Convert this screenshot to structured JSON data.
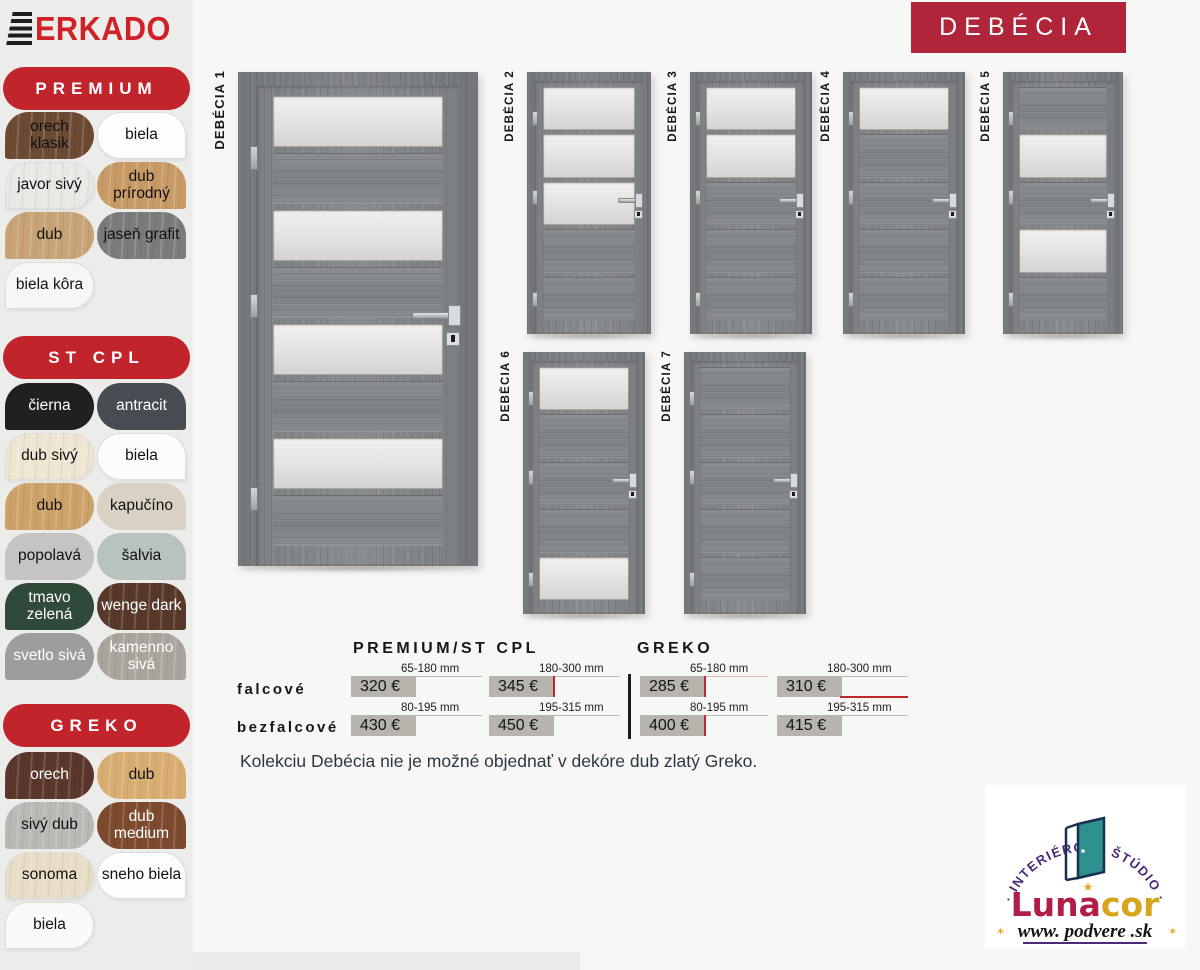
{
  "brand": {
    "logo_text": "ERKADO"
  },
  "collection_banner": "DEBÉCIA",
  "colors": {
    "badge_red": "#c2242c",
    "banner_red": "#b1253a",
    "erkado_red": "#cf2127",
    "accent_red": "#c0272d",
    "price_box_gray": "#b7b4ad"
  },
  "sidebar": {
    "sections": [
      {
        "title": "PREMIUM",
        "swatches": [
          {
            "label": "orech klasik",
            "bg": "#6d4a33",
            "text": "#111111",
            "grain": true,
            "light": false
          },
          {
            "label": "biela",
            "bg": "#fdfdfc",
            "text": "#111111",
            "grain": false,
            "light": true
          },
          {
            "label": "javor sivý",
            "bg": "#e9e8e5",
            "text": "#111111",
            "grain": true,
            "light": true
          },
          {
            "label": "dub prírodný",
            "bg": "#c89a66",
            "text": "#111111",
            "grain": true,
            "light": false
          },
          {
            "label": "dub",
            "bg": "#c7a376",
            "text": "#111111",
            "grain": true,
            "light": false
          },
          {
            "label": "jaseň grafit",
            "bg": "#7b7b7d",
            "text": "#111111",
            "grain": true,
            "light": false
          },
          {
            "label": "biela kôra",
            "bg": "#f7f6f4",
            "text": "#111111",
            "grain": false,
            "light": true
          }
        ]
      },
      {
        "title": "ST CPL",
        "swatches": [
          {
            "label": "čierna",
            "bg": "#202022",
            "text": "#ffffff",
            "grain": false,
            "light": false
          },
          {
            "label": "antracit",
            "bg": "#474c52",
            "text": "#ffffff",
            "grain": false,
            "light": false
          },
          {
            "label": "dub sivý",
            "bg": "#eee5d3",
            "text": "#111111",
            "grain": true,
            "light": true
          },
          {
            "label": "biela",
            "bg": "#fcfcfb",
            "text": "#111111",
            "grain": false,
            "light": true
          },
          {
            "label": "dub",
            "bg": "#cda26a",
            "text": "#111111",
            "grain": true,
            "light": false
          },
          {
            "label": "kapučíno",
            "bg": "#d8d1c4",
            "text": "#111111",
            "grain": false,
            "light": false
          },
          {
            "label": "popolavá",
            "bg": "#c4c4c2",
            "text": "#111111",
            "grain": false,
            "light": false
          },
          {
            "label": "šalvia",
            "bg": "#b8c3bd",
            "text": "#111111",
            "grain": false,
            "light": false
          },
          {
            "label": "tmavo zelená",
            "bg": "#2f4a39",
            "text": "#ffffff",
            "grain": false,
            "light": false
          },
          {
            "label": "wenge dark",
            "bg": "#573829",
            "text": "#ffffff",
            "grain": true,
            "light": false
          },
          {
            "label": "svetlo sivá",
            "bg": "#9d9d9b",
            "text": "#ffffff",
            "grain": false,
            "light": false
          },
          {
            "label": "kamenno sivá",
            "bg": "#a9a59d",
            "text": "#ffffff",
            "grain": true,
            "light": false
          }
        ]
      },
      {
        "title": "GREKO",
        "swatches": [
          {
            "label": "orech",
            "bg": "#5a362b",
            "text": "#ffffff",
            "grain": true,
            "light": false
          },
          {
            "label": "dub",
            "bg": "#d9ad72",
            "text": "#111111",
            "grain": true,
            "light": false
          },
          {
            "label": "sivý dub",
            "bg": "#bab9b5",
            "text": "#111111",
            "grain": true,
            "light": false
          },
          {
            "label": "dub medium",
            "bg": "#7e4a2d",
            "text": "#ffffff",
            "grain": true,
            "light": false
          },
          {
            "label": "sonoma",
            "bg": "#e8ddc5",
            "text": "#111111",
            "grain": true,
            "light": true
          },
          {
            "label": "sneho biela",
            "bg": "#fdfdfd",
            "text": "#111111",
            "grain": false,
            "light": true
          },
          {
            "label": "biela",
            "bg": "#fbfafa",
            "text": "#111111",
            "grain": false,
            "light": true
          }
        ]
      }
    ]
  },
  "doors": [
    {
      "label": "DEBÉCIA 1",
      "rows": [
        "g",
        "w",
        "g",
        "w",
        "g",
        "w",
        "g",
        "w"
      ]
    },
    {
      "label": "DEBÉCIA 2",
      "rows": [
        "g",
        "g",
        "g",
        "w",
        "w"
      ]
    },
    {
      "label": "DEBÉCIA 3",
      "rows": [
        "g",
        "g",
        "w",
        "w",
        "w"
      ]
    },
    {
      "label": "DEBÉCIA 4",
      "rows": [
        "g",
        "w",
        "w",
        "w",
        "w"
      ]
    },
    {
      "label": "DEBÉCIA 5",
      "rows": [
        "w",
        "g",
        "w",
        "g",
        "w"
      ]
    },
    {
      "label": "DEBÉCIA 6",
      "rows": [
        "g",
        "w",
        "w",
        "w",
        "g"
      ]
    },
    {
      "label": "DEBÉCIA 7",
      "rows": [
        "w",
        "w",
        "w",
        "w",
        "w"
      ]
    }
  ],
  "pricing": {
    "row_labels": [
      "falcové",
      "bezfalcové"
    ],
    "sections": [
      {
        "name": "PREMIUM/ST CPL",
        "cells": [
          {
            "size": "65-180 mm",
            "price": "320 €"
          },
          {
            "size": "180-300 mm",
            "price": "345 €"
          },
          {
            "size": "80-195 mm",
            "price": "430 €"
          },
          {
            "size": "195-315 mm",
            "price": "450 €"
          }
        ]
      },
      {
        "name": "GREKO",
        "cells": [
          {
            "size": "65-180 mm",
            "price": "285 €"
          },
          {
            "size": "180-300 mm",
            "price": "310 €"
          },
          {
            "size": "80-195 mm",
            "price": "400 €"
          },
          {
            "size": "195-315 mm",
            "price": "415 €"
          }
        ]
      }
    ]
  },
  "note": "Kolekciu Debécia nie je možné objednať v dekóre dub zlatý Greko.",
  "logo_box": {
    "arc_text": "· INTERIÉROVÉ ŠTÚDIO ·",
    "brand_part1": "Luna",
    "brand_part2": "cor",
    "website": "www. podvere .sk",
    "star": "★",
    "side_star": "✶"
  }
}
